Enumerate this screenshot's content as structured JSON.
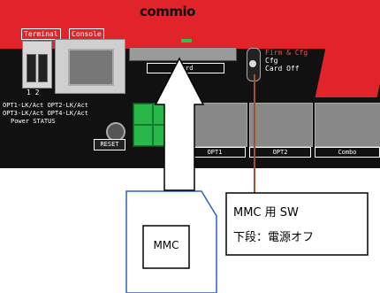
{
  "device": {
    "logo": "commio",
    "terminal_label": "Terminal",
    "console_label": "Console",
    "term_numbers": "1  2",
    "card_label": "Card",
    "switch_lines": [
      "Firm & Cfg",
      "Cfg",
      "Card Off"
    ],
    "status_lines": [
      "OPT1-LK/Act OPT2-LK/Act",
      "OPT3-LK/Act OPT4-LK/Act",
      "Power    STATUS"
    ],
    "reset_label": "RESET",
    "opt1_label": "OPT1",
    "opt2_label": "OPT2",
    "combo_label": "Combo"
  },
  "card": {
    "label": "MMC"
  },
  "callout": {
    "line1": "MMC 用 SW",
    "line2": "下段：電源オフ"
  },
  "colors": {
    "red": "#e0242a",
    "arrow_line": "#a0522d",
    "card_outline": "#3060c0"
  }
}
